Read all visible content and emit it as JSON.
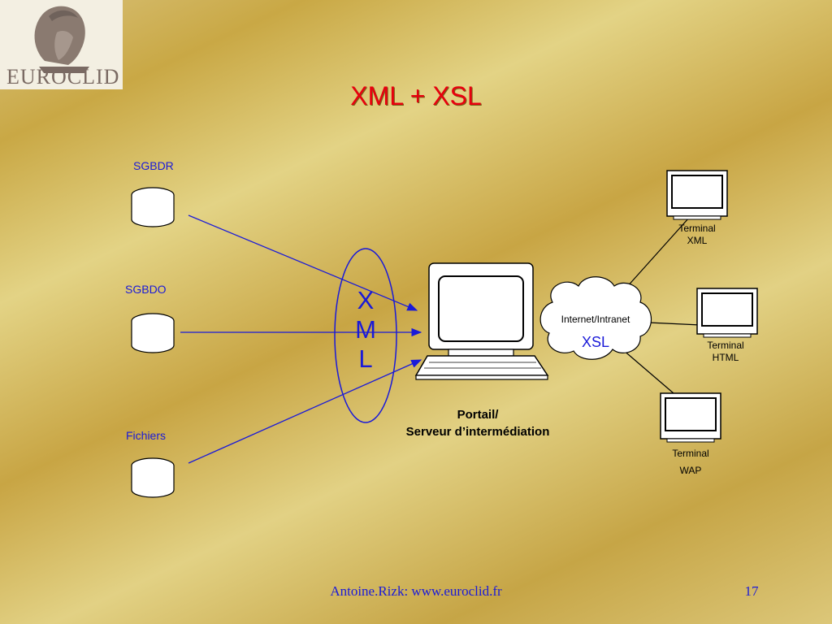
{
  "logo": {
    "text": "EUROCLID"
  },
  "title": "XML + XSL",
  "sources": [
    {
      "label": "SGBDR"
    },
    {
      "label": "SGBDO"
    },
    {
      "label": "Fichiers"
    }
  ],
  "xml_letters": [
    "X",
    "M",
    "L"
  ],
  "portal": {
    "line1": "Portail/",
    "line2": "Serveur d’intermédiation"
  },
  "cloud": {
    "label": "Internet/Intranet",
    "xsl": "XSL"
  },
  "terminals": [
    {
      "line1": "Terminal",
      "line2": "XML"
    },
    {
      "line1": "Terminal",
      "line2": "HTML"
    },
    {
      "line1": "Terminal",
      "line2": "WAP"
    }
  ],
  "footer": {
    "text": "Antoine.Rizk: www.euroclid.fr",
    "page": "17"
  },
  "colors": {
    "title": "#e8000e",
    "blue": "#1a1ad8",
    "background": "#d4b857"
  }
}
